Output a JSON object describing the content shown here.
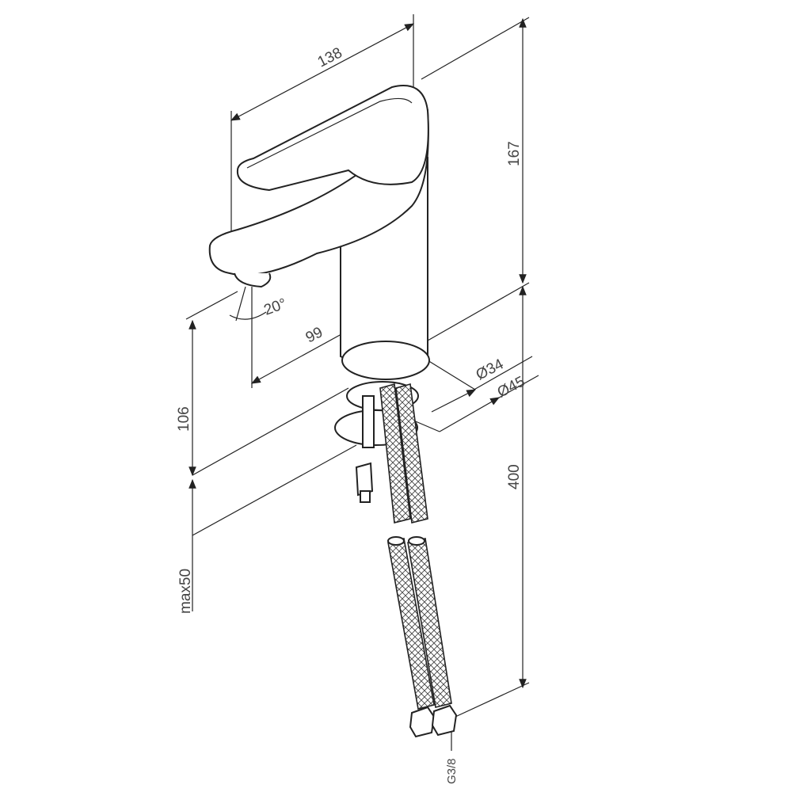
{
  "title": "Faucet dimension drawing",
  "dimensions": {
    "overall_length": "138",
    "height_above_base": "167",
    "spout_angle": "20°",
    "spout_reach": "99",
    "spout_height": "106",
    "base_diameter_inner": "Ø34",
    "base_diameter_outer": "Ø45",
    "hose_length": "400",
    "max_counter_thickness": "max50",
    "hose_thread": "G3/8"
  }
}
